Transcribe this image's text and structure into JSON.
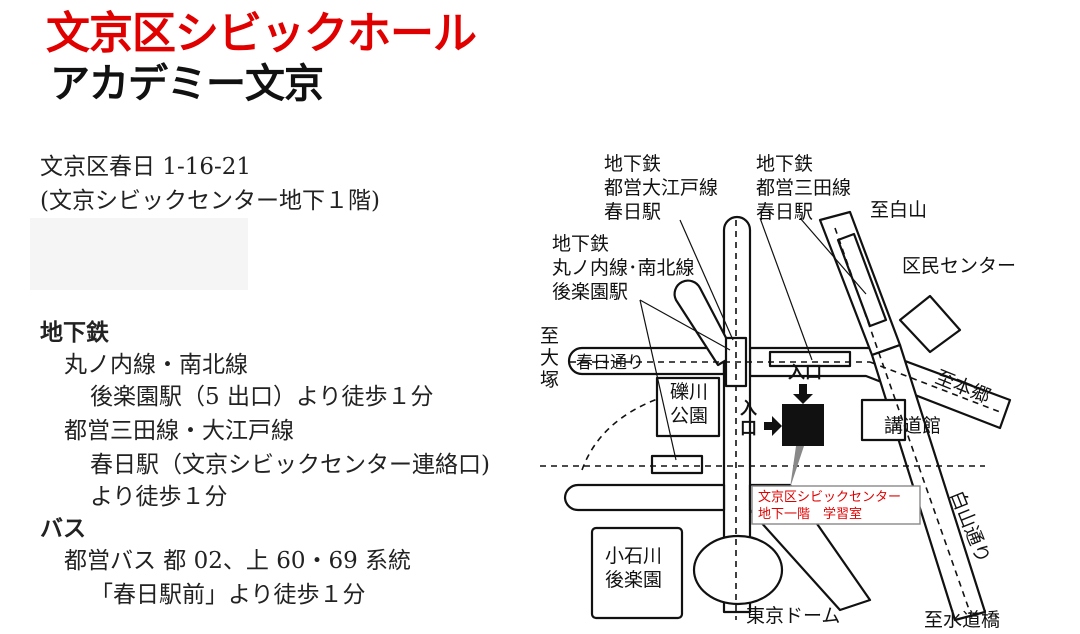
{
  "header": {
    "venue_name": "文京区シビックホール",
    "facility_name": "アカデミー文京"
  },
  "address": {
    "line1": "文京区春日 1-16-21",
    "line2": "(文京シビックセンター地下１階)"
  },
  "access": {
    "subway_heading": "地下鉄",
    "subway_line1": "丸ノ内線・南北線",
    "subway_line1_detail": "後楽園駅（5 出口）より徒歩１分",
    "subway_line2": "都営三田線・大江戸線",
    "subway_line2_detail": "春日駅（文京シビックセンター連絡口)",
    "subway_line2_walk": "より徒歩１分",
    "bus_heading": "バス",
    "bus_lines": "都営バス 都 02、上 60・69 系統",
    "bus_detail": "「春日駅前」より徒歩１分"
  },
  "map": {
    "station_oedo": [
      "地下鉄",
      "都営大江戸線",
      "春日駅"
    ],
    "station_mita": [
      "地下鉄",
      "都営三田線",
      "春日駅"
    ],
    "station_korakuen": [
      "地下鉄",
      "丸ノ内線･南北線",
      "後楽園駅"
    ],
    "to_hakusan": "至白山",
    "kumin_center": "区民センター",
    "to_otsuka": [
      "至",
      "大",
      "塚"
    ],
    "kasuga_dori": "春日通り",
    "entrance_top": "入口",
    "entrance_left": [
      "入",
      "口"
    ],
    "reisenkawa_park": [
      "礫川",
      "公園"
    ],
    "to_hongo": "至本郷",
    "kodokan": "講道館",
    "hakusan_dori": "白山通り",
    "target_label_line1": "文京区シビックセンター",
    "target_label_line2": "地下一階　学習室",
    "koishikawa": [
      "小石川",
      "後楽園"
    ],
    "tokyo_dome": "東京ドーム",
    "to_suidobashi": "至水道橋"
  }
}
